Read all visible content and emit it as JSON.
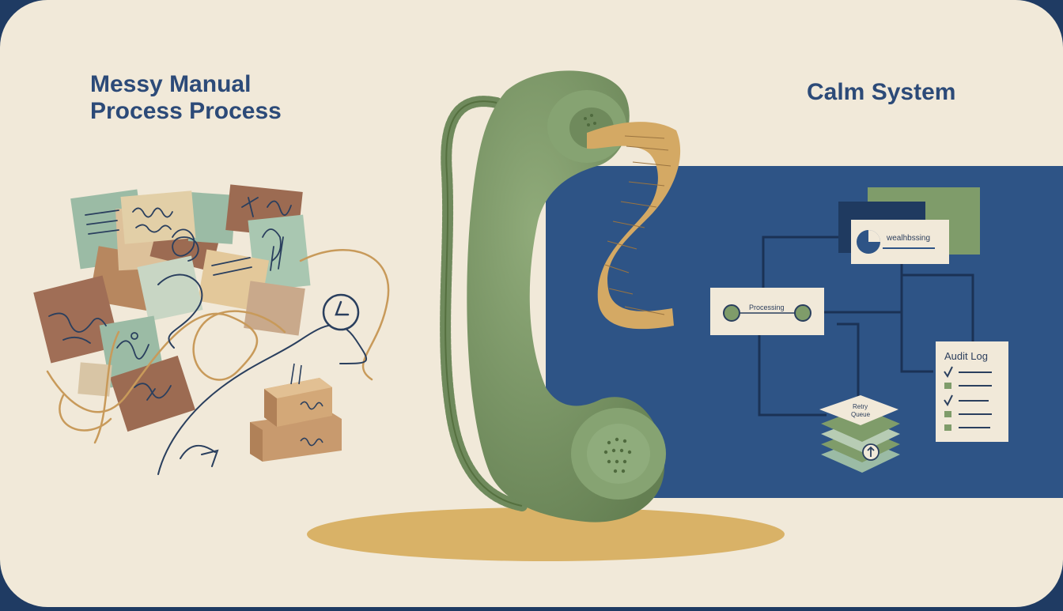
{
  "left_panel": {
    "title_line1": "Messy Manual",
    "title_line2": "Process Process"
  },
  "right_panel": {
    "title": "Calm System",
    "card_top_label": "wealhbssing",
    "processing_label": "Processing",
    "retry_line1": "Retry",
    "retry_line2": "Queue",
    "audit_title": "Audit Log"
  },
  "colors": {
    "background": "#f1e9d9",
    "navy": "#2e5486",
    "sage": "#7f9c6a",
    "phone_green": "#7d9a67",
    "tan": "#d4a964",
    "brown": "#9c6b52",
    "mint": "#9bbba5"
  }
}
